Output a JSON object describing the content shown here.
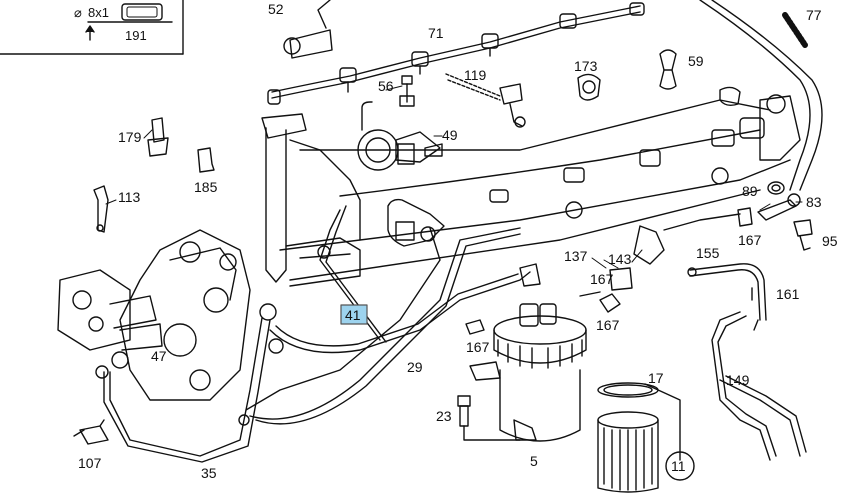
{
  "inset": {
    "diameter_symbol": "⌀",
    "size": "8x1",
    "part": "191"
  },
  "highlight_color": "#9dd3ee",
  "callouts": [
    {
      "id": "52",
      "text": "52"
    },
    {
      "id": "71",
      "text": "71"
    },
    {
      "id": "77",
      "text": "77"
    },
    {
      "id": "56",
      "text": "56"
    },
    {
      "id": "119",
      "text": "119"
    },
    {
      "id": "173",
      "text": "173"
    },
    {
      "id": "59",
      "text": "59"
    },
    {
      "id": "49",
      "text": "49"
    },
    {
      "id": "179",
      "text": "179"
    },
    {
      "id": "185",
      "text": "185"
    },
    {
      "id": "113",
      "text": "113"
    },
    {
      "id": "89",
      "text": "89"
    },
    {
      "id": "83",
      "text": "83"
    },
    {
      "id": "95",
      "text": "95"
    },
    {
      "id": "167a",
      "text": "167"
    },
    {
      "id": "137",
      "text": "137"
    },
    {
      "id": "143",
      "text": "143"
    },
    {
      "id": "155",
      "text": "155"
    },
    {
      "id": "167b",
      "text": "167"
    },
    {
      "id": "161",
      "text": "161"
    },
    {
      "id": "41",
      "text": "41"
    },
    {
      "id": "167c",
      "text": "167"
    },
    {
      "id": "167d",
      "text": "167"
    },
    {
      "id": "47",
      "text": "47"
    },
    {
      "id": "29",
      "text": "29"
    },
    {
      "id": "17",
      "text": "17"
    },
    {
      "id": "149",
      "text": "149"
    },
    {
      "id": "23",
      "text": "23"
    },
    {
      "id": "107",
      "text": "107"
    },
    {
      "id": "35",
      "text": "35"
    },
    {
      "id": "5",
      "text": "5"
    },
    {
      "id": "11",
      "text": "11"
    }
  ]
}
